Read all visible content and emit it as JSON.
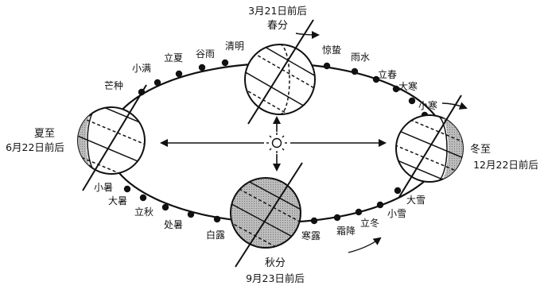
{
  "seasons": {
    "spring": {
      "name": "春分",
      "date": "3月21日前后"
    },
    "summer": {
      "name": "夏至",
      "date": "6月22日前后"
    },
    "autumn": {
      "name": "秋分",
      "date": "9月23日前后"
    },
    "winter": {
      "name": "冬至",
      "date": "12月22日前后"
    }
  },
  "solar_terms": [
    "惊蛰",
    "雨水",
    "立春",
    "大寒",
    "小寒",
    "大雪",
    "小雪",
    "立冬",
    "霜降",
    "寒露",
    "白露",
    "处暑",
    "立秋",
    "大暑",
    "小暑",
    "芒种",
    "小满",
    "立夏",
    "谷雨",
    "清明"
  ],
  "center_symbol": "sun",
  "orbit_direction": "counterclockwise"
}
